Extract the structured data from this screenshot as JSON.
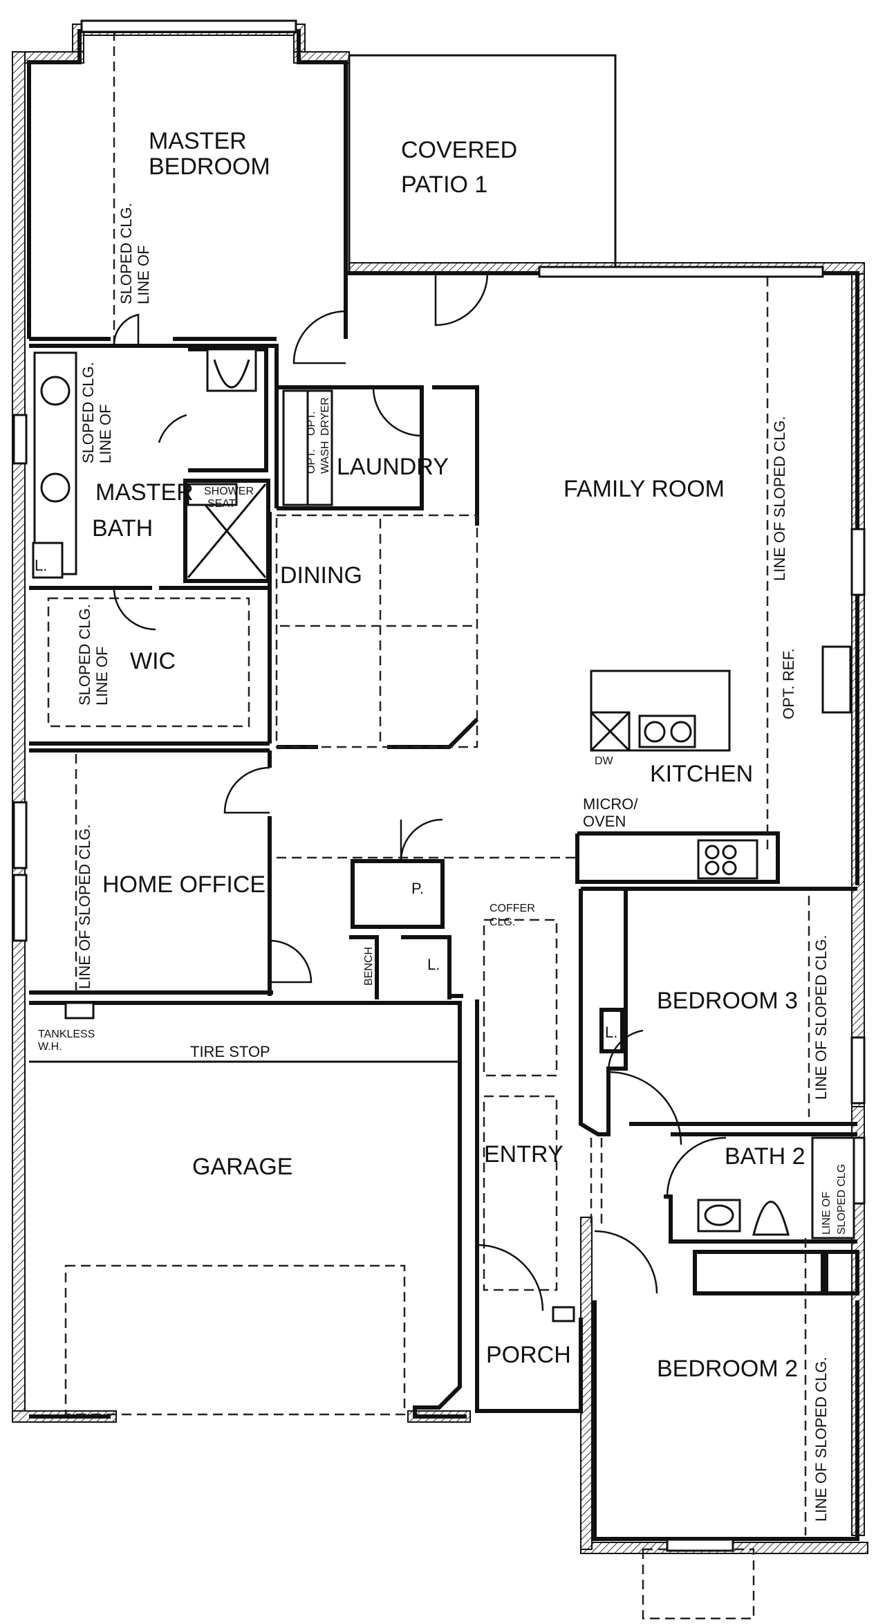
{
  "rooms": {
    "master_bedroom_1": "MASTER",
    "master_bedroom_2": "BEDROOM",
    "covered_patio_1": "COVERED",
    "covered_patio_2": "PATIO 1",
    "family_room": "FAMILY ROOM",
    "laundry": "LAUNDRY",
    "master_bath_1": "MASTER",
    "master_bath_2": "BATH",
    "dining": "DINING",
    "wic": "WIC",
    "kitchen": "KITCHEN",
    "home_office": "HOME OFFICE",
    "bedroom_3": "BEDROOM 3",
    "garage": "GARAGE",
    "entry": "ENTRY",
    "bath_2": "BATH 2",
    "porch": "PORCH",
    "bedroom_2": "BEDROOM 2"
  },
  "notes": {
    "sloped_clg": "SLOPED CLG.",
    "line_of": "LINE OF",
    "line_of_sloped_clg": "LINE OF SLOPED CLG.",
    "shower_1": "SHOWER",
    "shower_2": "SEAT",
    "opt_1": "OPT.",
    "wash": "WASH",
    "dryer": "DRYER",
    "linen": "L.",
    "pantry": "P.",
    "bench": "BENCH",
    "opt_ref": "OPT. REF.",
    "dw": "DW",
    "micro_1": "MICRO/",
    "micro_2": "OVEN",
    "coffer_1": "COFFER",
    "coffer_2": "CLG.",
    "tankless_1": "TANKLESS",
    "tankless_2": "W.H.",
    "tire_stop": "TIRE STOP",
    "bath2_line": "LINE OF",
    "bath2_sloped": "SLOPED CLG"
  }
}
